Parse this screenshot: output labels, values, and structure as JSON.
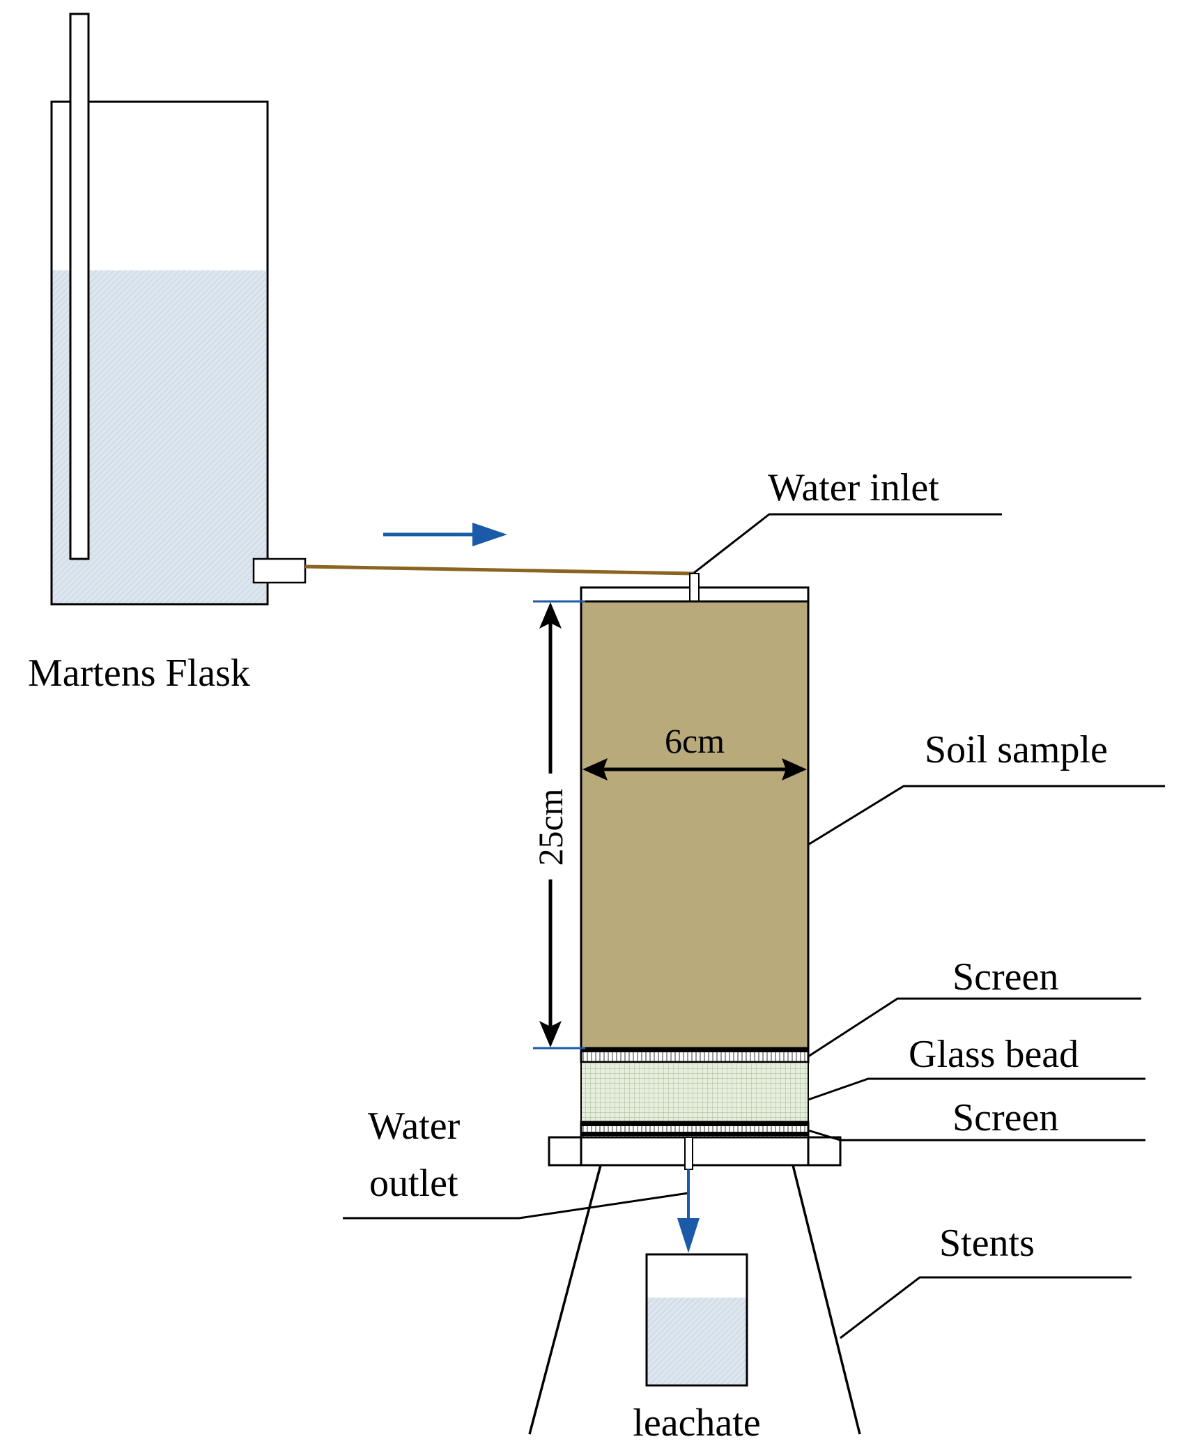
{
  "labels": {
    "martens_flask": "Martens Flask",
    "water_inlet": "Water inlet",
    "soil_sample": "Soil sample",
    "screen_top": "Screen",
    "glass_bead": "Glass bead",
    "screen_bottom": "Screen",
    "water_outlet_line1": "Water",
    "water_outlet_line2": "outlet",
    "stents": "Stents",
    "leachate": "leachate",
    "dim_width": "6cm",
    "dim_height": "25cm"
  },
  "colors": {
    "soil": "#b8aa7a",
    "water": "#dde6ee",
    "arrow": "#1a5aa8",
    "tube": "#8a6420",
    "glass_bead": "#dfe8d6",
    "stroke": "#000000"
  }
}
